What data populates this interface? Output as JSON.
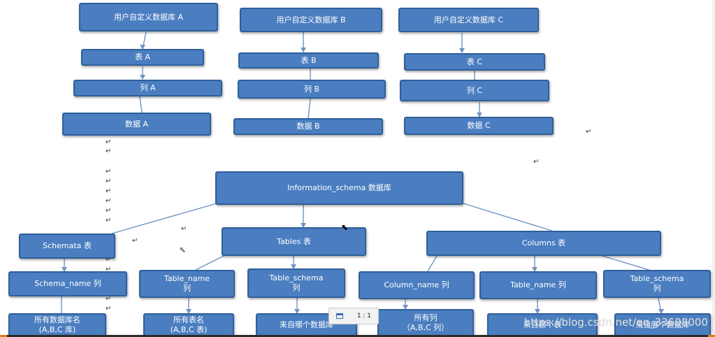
{
  "diagram": {
    "nodes": {
      "udb_a": "用户自定义数据库 A",
      "udb_b": "用户自定义数据库 B",
      "udb_c": "用户自定义数据库 C",
      "table_a": "表 A",
      "table_b": "表 B",
      "table_c": "表 C",
      "col_a": "列 A",
      "col_b": "列 B",
      "col_c": "列 C",
      "data_a": "数据 A",
      "data_b": "数据 B",
      "data_c": "数据 C",
      "info_schema": "Information_schema 数据库",
      "schemata": "Schemata 表",
      "tables": "Tables 表",
      "columns": "Columns 表",
      "schema_name": "Schema_name 列",
      "table_name_1": "Table_name\n列",
      "table_schema_1": "Table_schema\n列",
      "column_name": "Column_name 列",
      "table_name_2": "Table_name 列",
      "table_schema_2": "Table_schema\n列",
      "all_db_names": "所有数据库名\n(A,B,C 库)",
      "all_table_names": "所有表名\n(A,B,C 表)",
      "from_which_db_1": "来自哪个数据库",
      "all_columns": "所有列\n（A,B,C 列）",
      "from_which_table": "来自哪个表",
      "from_which_db_2": "来自哪个数据库"
    },
    "paragraph_mark": "↵"
  },
  "toolbar": {
    "zoom_label": "1 : 1"
  },
  "watermark": "https://blog.csdn.net/qq_33608000"
}
